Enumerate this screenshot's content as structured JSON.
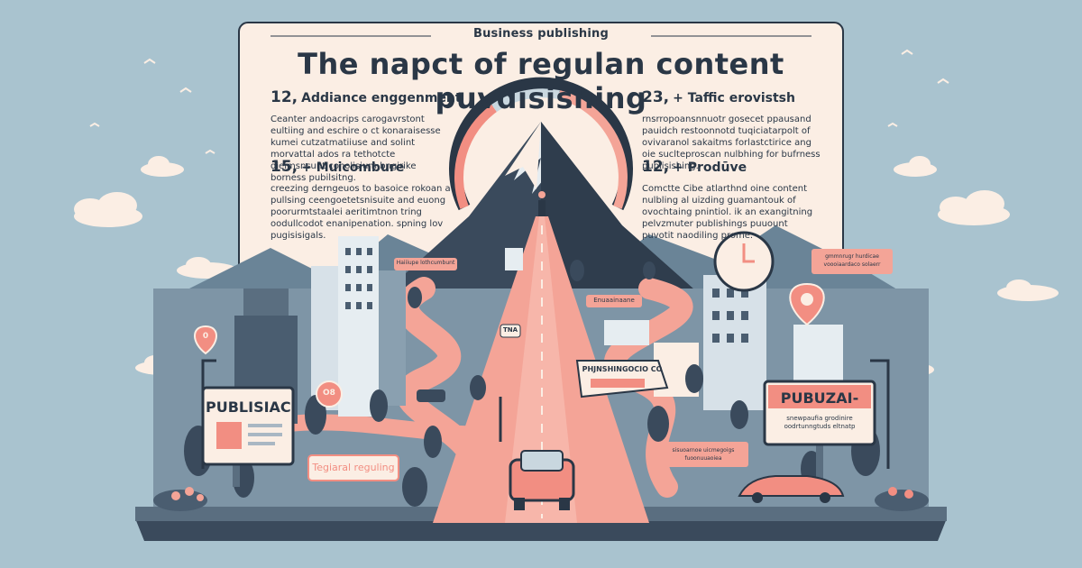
{
  "header": {
    "kicker": "Business publishing",
    "title": "The napct of regulan content puvdisishing"
  },
  "stats": [
    {
      "number": "12,",
      "label": "Addiance enggenment",
      "body": "Ceanter andoacrips carogavrstont eultiing and eschire o ct konaraisesse kumei cutzatmatiiuse and solint morvattal ados ra tethotcte dieimsnsunt conolisium bngirike borness pubilsitng."
    },
    {
      "number": "23,",
      "label": "+ Taffic erovistsh",
      "body": "rnsrropoansnnuotr gosecet ppausand pauidch restoonnotd tuqiciatarpolt of ovivaranol sakaitms forlastctirice ang oie suclteproscan nulbhing for bufrness publisishing."
    },
    {
      "number": "15,",
      "label": "+ Muicombure",
      "body": "creezing derngeuos to basoice rokoan a pullsing ceengoetetsnisuite and euong poorurmtstaalei aeritimtnon tring oodullcodot enanipenation. spning lov pugisisigals."
    },
    {
      "number": "12,",
      "label": "+ Prodūve",
      "body": "Comctte Cibe atlarthnd oine content nulbling al uizding guamantouk of ovochtaing pnintiol. ik an exangitning pelvzmuter publishings puuount puvotit naodiling prome."
    }
  ],
  "signs": {
    "left_billboard": "PUBLISIAC",
    "right_billboard": "PUBUZAI-",
    "right_billboard_sub": "snewpaufia grodinire oodrtunngtuds eltnatp",
    "center_billboard": "PHJNSHINGOCIO CO",
    "banner_left": "Tegiaral reguling",
    "label_mountain": "Haiiiupe lothcumbunt",
    "label_center": "Enuaainaane",
    "label_right": "gmmnrugr hurdicae voooiaardaco solaerr",
    "label_bottom_right": "sisuoarnoe uicmegoigs fuoonuuaoiea",
    "bubble": "TNA",
    "pin_left": "0",
    "pin_road": "O8"
  },
  "colors": {
    "sky": "#a9c3cf",
    "panel": "#fbeee4",
    "ink": "#2a3746",
    "road": "#f4a497",
    "accent": "#f28e82"
  },
  "icons": [
    "mountain",
    "gauge",
    "car",
    "clock-sign",
    "location-pin",
    "tree",
    "building",
    "billboard",
    "bird",
    "cloud"
  ]
}
